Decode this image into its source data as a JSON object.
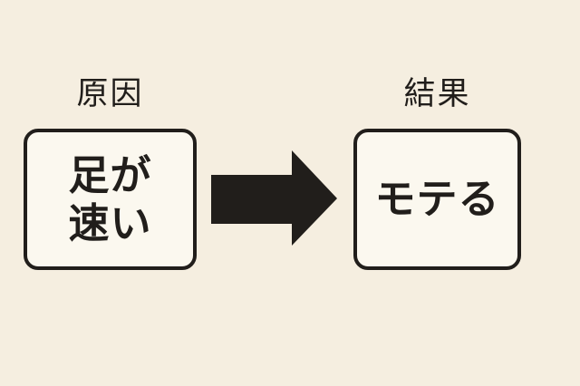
{
  "colors": {
    "background": "#f5eee0",
    "box-fill": "#fbf8ef",
    "ink": "#211e1b"
  },
  "diagram": {
    "cause": {
      "label": "原因",
      "box_line1": "足が",
      "box_line2": "速い"
    },
    "effect": {
      "label": "結果",
      "box_text": "モテる"
    },
    "arrow": {
      "icon": "right-arrow",
      "direction": "left-to-right"
    }
  }
}
